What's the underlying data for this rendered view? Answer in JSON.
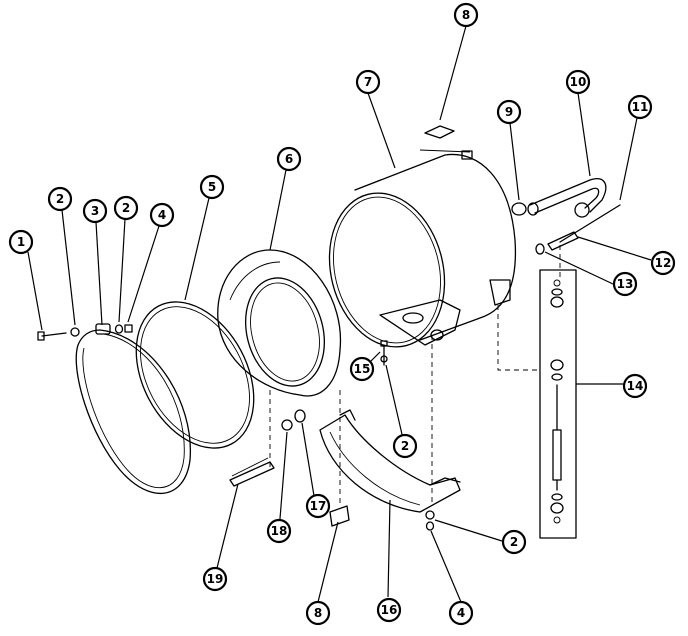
{
  "diagram": {
    "callouts": [
      {
        "id": "c1",
        "label": "1"
      },
      {
        "id": "c2a",
        "label": "2"
      },
      {
        "id": "c3",
        "label": "3"
      },
      {
        "id": "c2b",
        "label": "2"
      },
      {
        "id": "c4a",
        "label": "4"
      },
      {
        "id": "c5",
        "label": "5"
      },
      {
        "id": "c6",
        "label": "6"
      },
      {
        "id": "c7",
        "label": "7"
      },
      {
        "id": "c8a",
        "label": "8"
      },
      {
        "id": "c9",
        "label": "9"
      },
      {
        "id": "c10",
        "label": "10"
      },
      {
        "id": "c11",
        "label": "11"
      },
      {
        "id": "c12",
        "label": "12"
      },
      {
        "id": "c13",
        "label": "13"
      },
      {
        "id": "c14",
        "label": "14"
      },
      {
        "id": "c15",
        "label": "15"
      },
      {
        "id": "c2c",
        "label": "2"
      },
      {
        "id": "c2d",
        "label": "2"
      },
      {
        "id": "c16",
        "label": "16"
      },
      {
        "id": "c17",
        "label": "17"
      },
      {
        "id": "c18",
        "label": "18"
      },
      {
        "id": "c19",
        "label": "19"
      },
      {
        "id": "c8b",
        "label": "8"
      },
      {
        "id": "c4b",
        "label": "4"
      }
    ]
  }
}
